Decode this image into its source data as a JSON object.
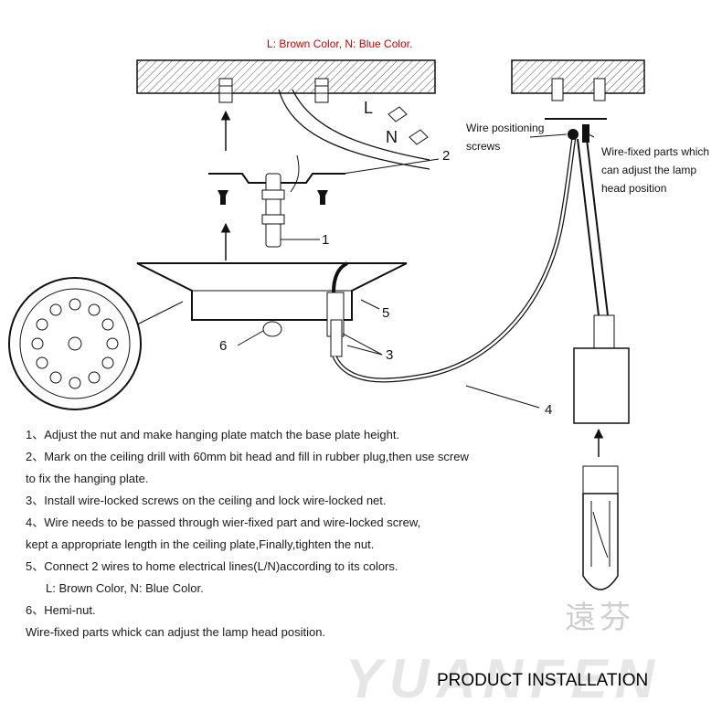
{
  "header_note": "L: Brown Color, N: Blue Color.",
  "labels": {
    "L": "L",
    "N": "N",
    "wire_positioning": "Wire positioning",
    "screws": "screws",
    "wire_fixed_1": "Wire-fixed parts which",
    "wire_fixed_2": "can adjust the lamp",
    "wire_fixed_3": "head position"
  },
  "callouts": {
    "c1": "1",
    "c2": "2",
    "c3": "3",
    "c4": "4",
    "c5": "5",
    "c6": "6"
  },
  "steps": [
    "1、Adjust the nut and make hanging plate match the base plate height.",
    "2、Mark on the ceiling drill with 60mm bit head and fill in rubber plug,then use screw",
    "to  fix the hanging plate.",
    "3、Install wire-locked screws on the ceiling and lock wire-locked net.",
    "4、Wire needs to be passed through wier-fixed part and wire-locked screw,",
    "kept a appropriate length in the ceiling plate,Finally,tighten the nut.",
    "5、Connect 2 wires to home electrical lines(L/N)according to its colors.",
    "L: Brown Color, N: Blue Color.",
    "6、Hemi-nut.",
    "Wire-fixed parts whick can adjust the lamp head position."
  ],
  "title": "PRODUCT INSTALLATION",
  "watermark": {
    "chinese": "遠芬",
    "brand": "YUANFEN"
  },
  "colors": {
    "accent_red": "#d00000",
    "line": "#222222"
  }
}
